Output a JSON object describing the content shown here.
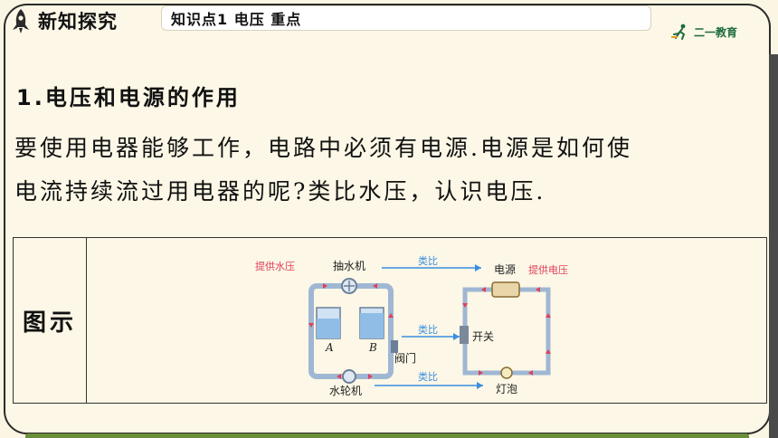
{
  "header": {
    "section_label": "新知探究",
    "topic": "知识点1  电压  重点",
    "brand": "二一教育"
  },
  "content": {
    "title": "1.电压和电源的作用",
    "paragraph_line1": "要使用电器能够工作，电路中必须有电源.电源是如何使",
    "paragraph_line2": "电流持续流过用电器的呢?类比水压，认识电压."
  },
  "table": {
    "row_label": "图示"
  },
  "diagram": {
    "water_pressure_label": "提供水压",
    "pump_label": "抽水机",
    "analogy1": "类比",
    "source_label": "电源",
    "voltage_label": "提供电压",
    "tank_a": "A",
    "tank_b": "B",
    "analogy2": "类比",
    "switch_label": "开关",
    "valve_label": "阀门",
    "turbine_label": "水轮机",
    "analogy3": "类比",
    "lamp_label": "灯泡"
  },
  "colors": {
    "accent_red": "#e0405a",
    "pipe_blue": "#9fb7d3",
    "arrow_blue": "#3b8ee0"
  }
}
